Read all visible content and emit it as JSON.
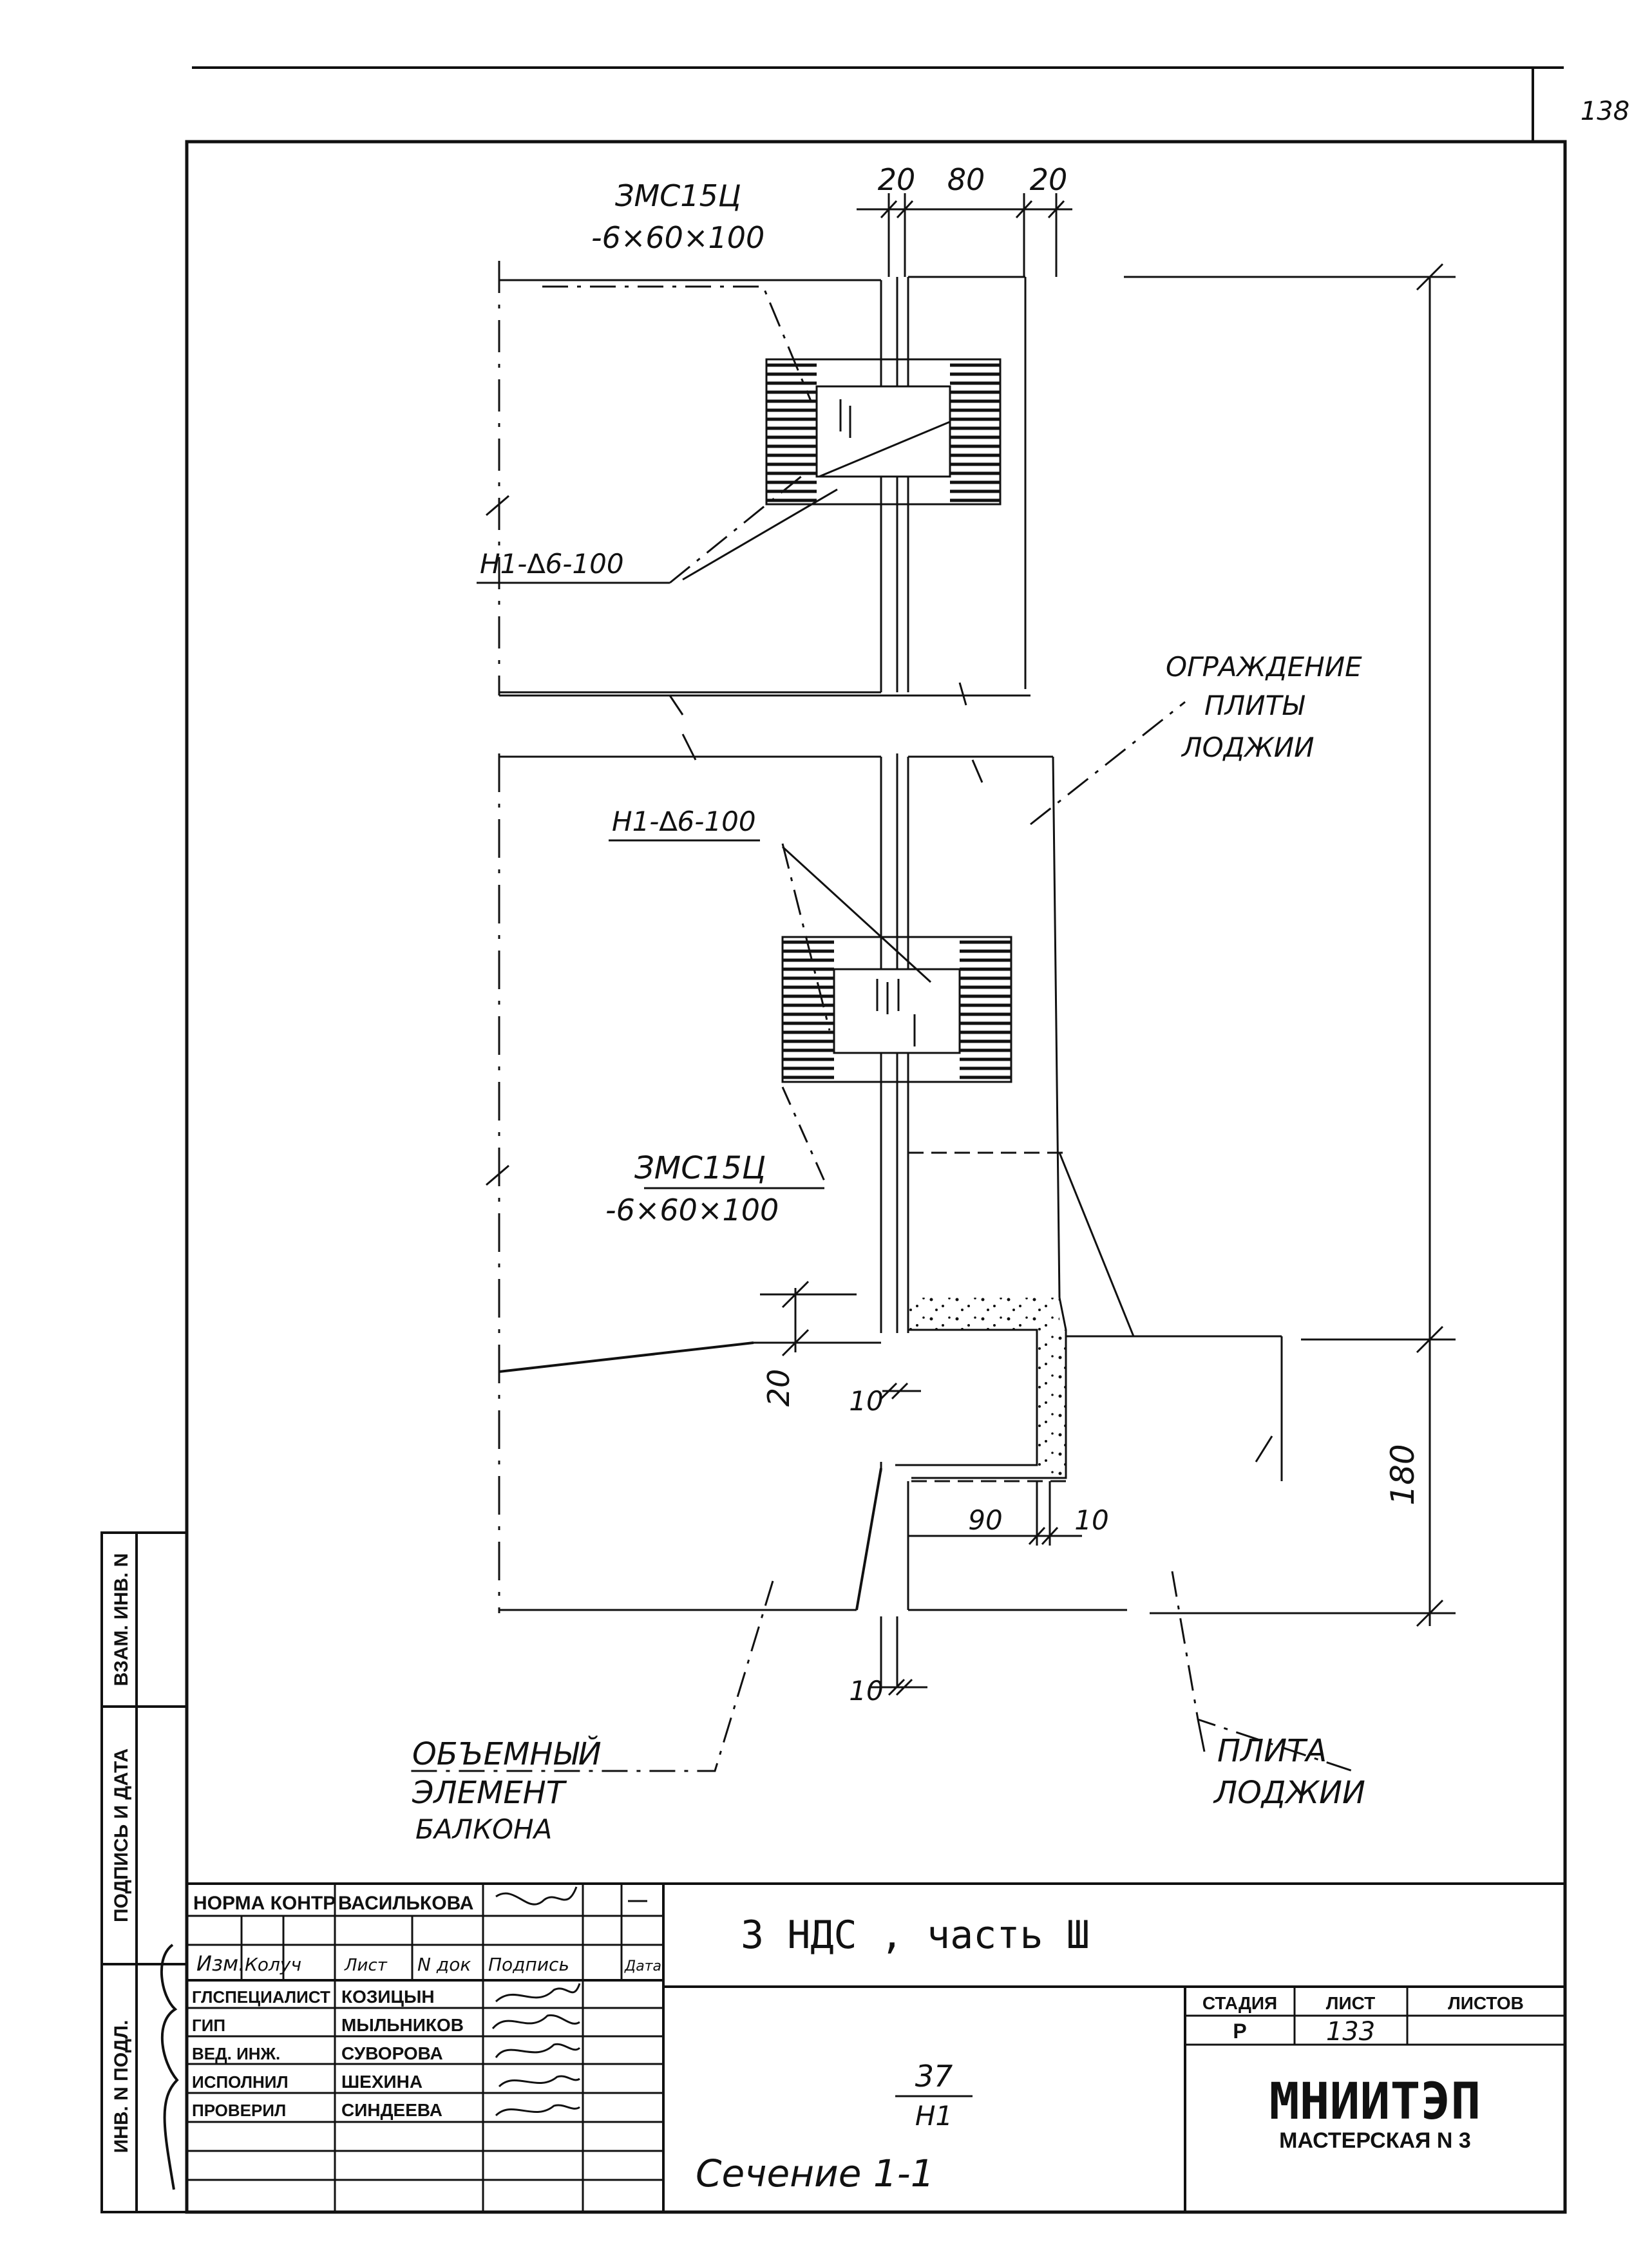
{
  "sheet_number": "138",
  "drawing": {
    "dims_top": [
      "20",
      "80",
      "20"
    ],
    "dim_180": "180",
    "dim_20": "20",
    "dim_10_a": "10",
    "dim_10_b": "10",
    "dim_90": "90",
    "dim_10_c": "10",
    "label_3mc_top": "ЗМС15Ц",
    "label_plate_top": "-6×60×100",
    "label_h1_top": "Н1-∆6-100",
    "label_h1_mid": "Н1-∆6-100",
    "label_3mc_bottom": "ЗМС15Ц",
    "label_plate_bottom": "-6×60×100",
    "label_fence": [
      "ОГРАЖДЕНИЕ",
      "ПЛИТЫ",
      "ЛОДЖИИ"
    ],
    "label_volume": [
      "ОБЪЕМНЫЙ",
      "ЭЛЕМЕНТ",
      "БАЛКОНА"
    ],
    "label_slab": [
      "ПЛИТА",
      "ЛОДЖИИ"
    ]
  },
  "side_stamp": {
    "vzam": "ВЗАМ. ИНВ. N",
    "podpis": "ПОДПИСЬ И ДАТА",
    "inv": "ИНВ. N ПОДЛ."
  },
  "title_block": {
    "norm_role": "НОРМА КОНТР",
    "norm_name": "ВАСИЛЬКОВА",
    "norm_dash": "—",
    "hdr_izm": "Изм.",
    "hdr_koluch": "Колуч",
    "hdr_list": "Лист",
    "hdr_ndok": "N док",
    "hdr_podpis": "Подпись",
    "hdr_data": "Дата",
    "rows": [
      {
        "role": "ГЛСПЕЦИАЛИСТ",
        "name": "КОЗИЦЫН"
      },
      {
        "role": "ГИП",
        "name": "МЫЛЬНИКОВ"
      },
      {
        "role": "ВЕД. ИНЖ.",
        "name": "СУВОРОВА"
      },
      {
        "role": "ИСПОЛНИЛ",
        "name": "ШЕХИНА"
      },
      {
        "role": "ПРОВЕРИЛ",
        "name": "СИНДЕЕВА"
      }
    ],
    "project": "3 НДС , часть Ш",
    "code_top": "37",
    "code_bottom": "Н1",
    "section": "Сечение 1-1",
    "stage_hdr": "СТАДИЯ",
    "list_hdr": "ЛИСТ",
    "lists_hdr": "ЛИСТОВ",
    "stage": "Р",
    "list_no": "133",
    "org": "МНИИТЭП",
    "workshop": "МАСТЕРСКАЯ N 3"
  }
}
